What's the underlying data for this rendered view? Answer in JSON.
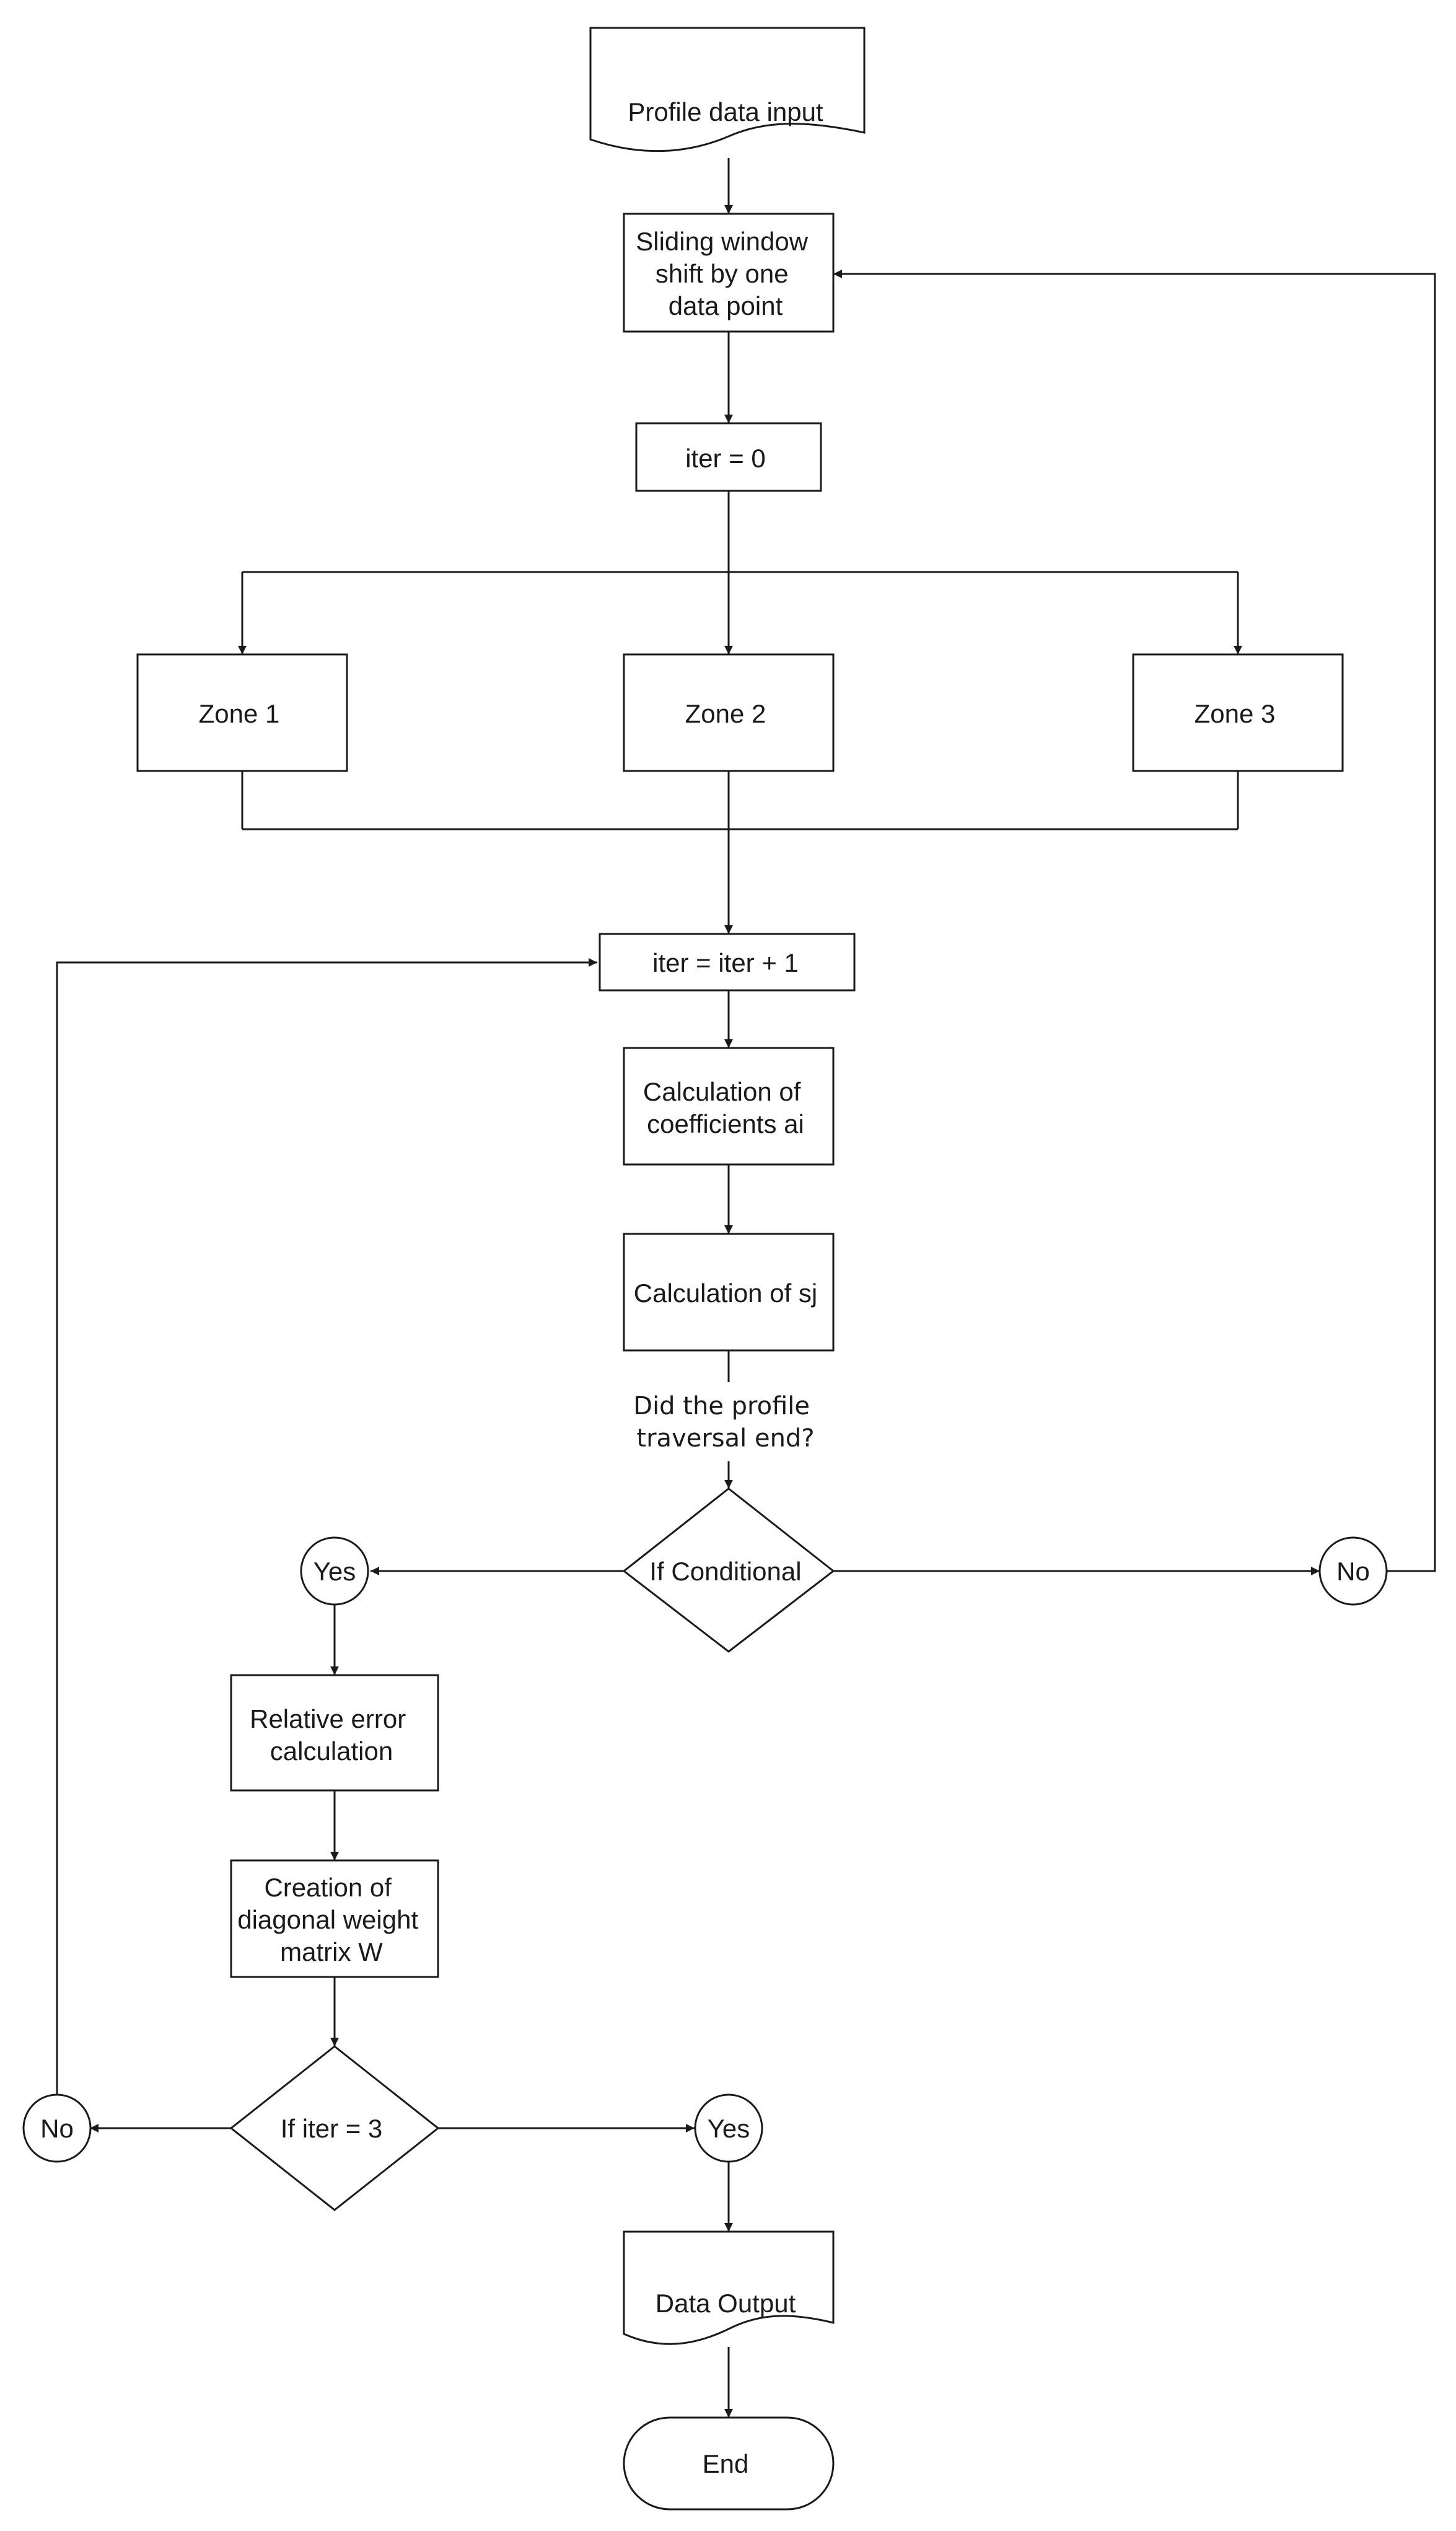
{
  "nodes": {
    "profile_input": [
      "Profile data input"
    ],
    "sliding_window": [
      "Sliding window",
      "shift by one",
      "data point"
    ],
    "iter_init": [
      "iter = 0"
    ],
    "zone1": [
      "Zone 1"
    ],
    "zone2": [
      "Zone 2"
    ],
    "zone3": [
      "Zone 3"
    ],
    "iter_increment": [
      "iter = iter + 1"
    ],
    "calc_coefficients": [
      "Calculation of",
      "coefficients ai"
    ],
    "calc_sj": [
      "Calculation of sj"
    ],
    "if_conditional": [
      "If Conditional"
    ],
    "yes_traversal": [
      "Yes"
    ],
    "no_traversal": [
      "No"
    ],
    "relative_error": [
      "Relative error",
      "calculation"
    ],
    "weight_matrix": [
      "Creation of",
      "diagonal weight",
      "matrix W"
    ],
    "if_iter": [
      "If iter = 3"
    ],
    "no_iter": [
      "No"
    ],
    "yes_iter": [
      "Yes"
    ],
    "data_output": [
      "Data Output"
    ],
    "end": [
      "End"
    ]
  },
  "edge_labels": {
    "traversal_question": [
      "Did the profile",
      "traversal end?"
    ]
  },
  "colors": {
    "stroke": "#1a1a1a",
    "fill": "#ffffff"
  }
}
